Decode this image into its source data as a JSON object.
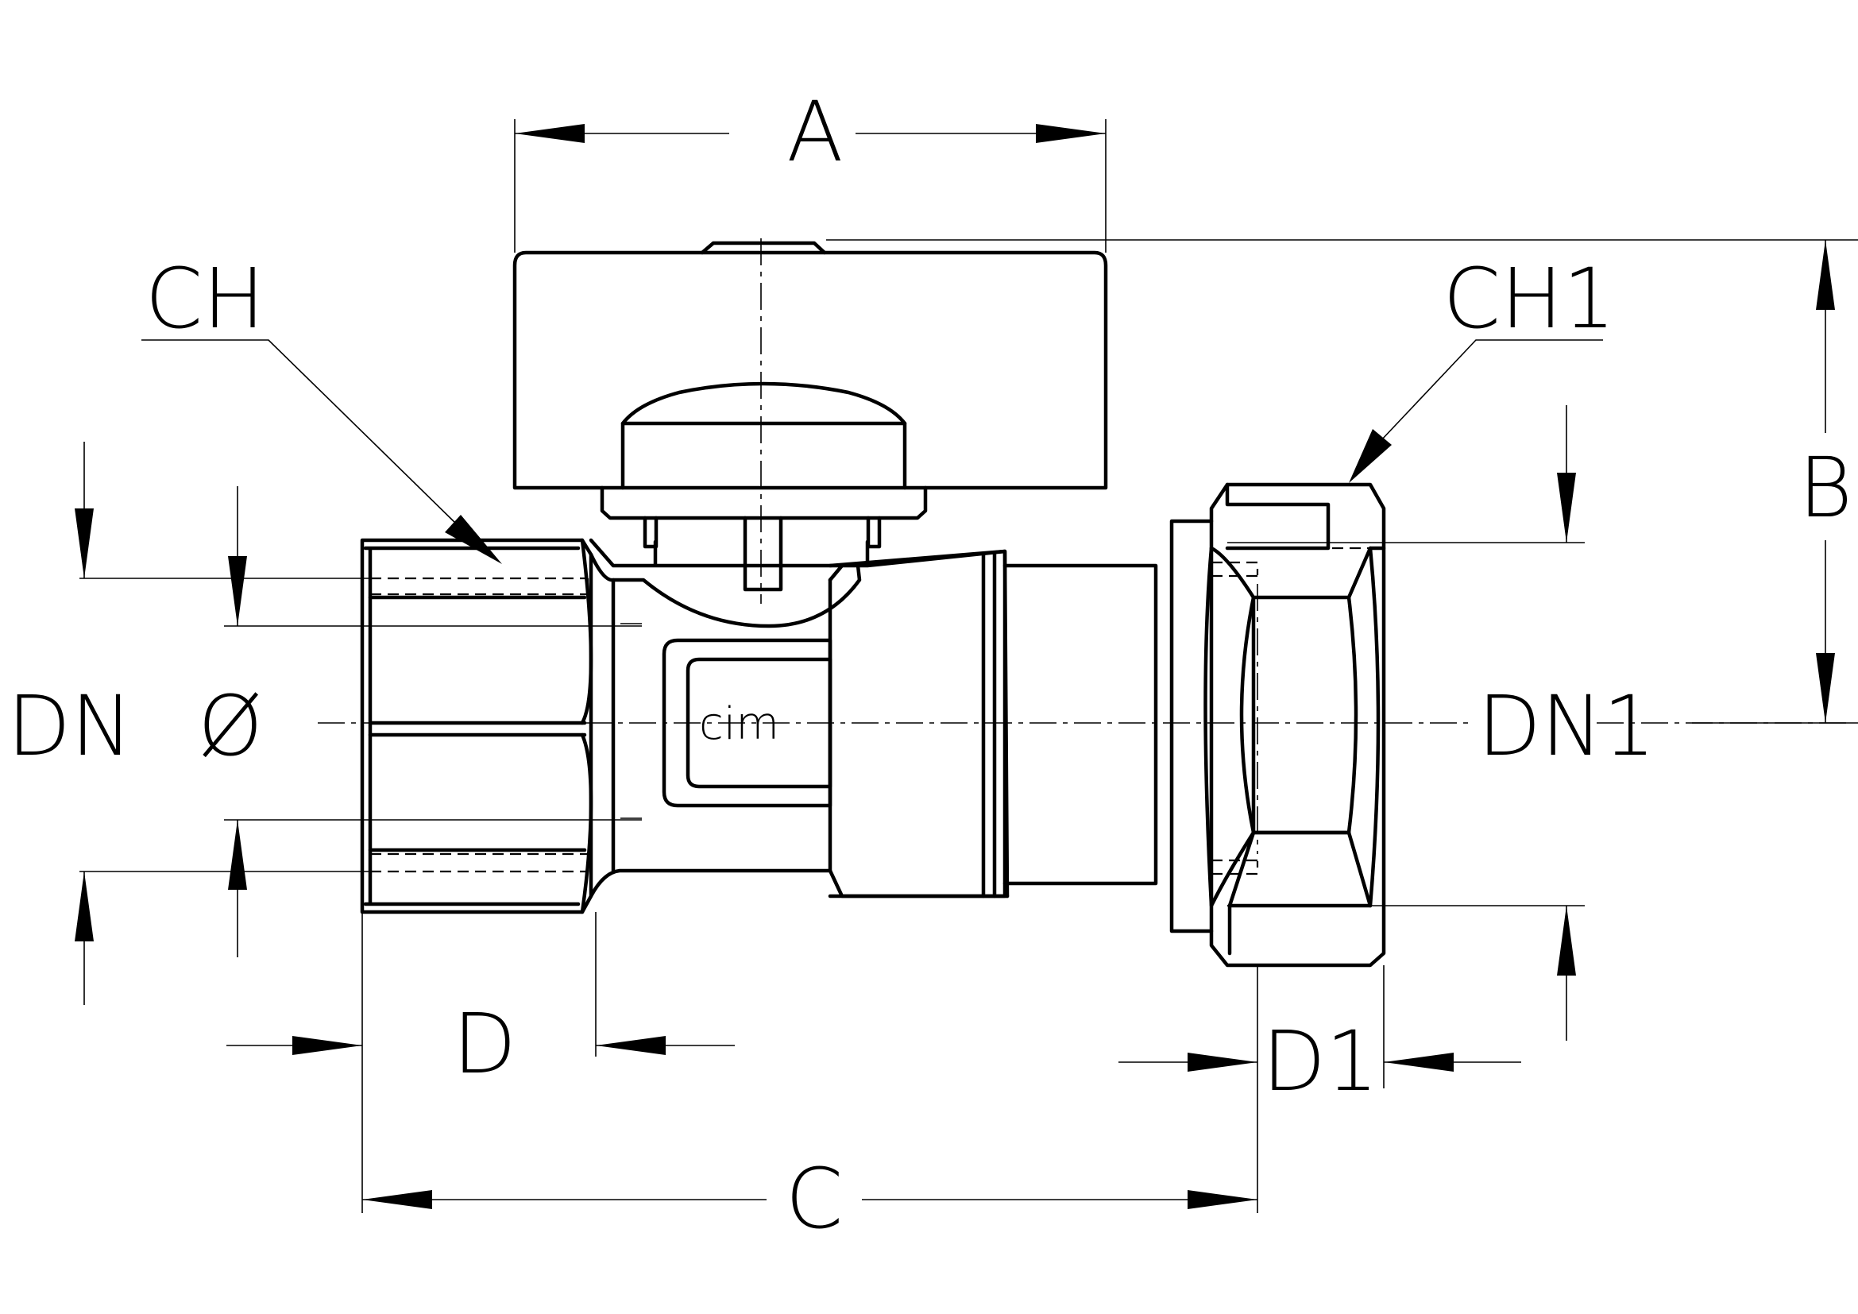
{
  "drawing": {
    "logo_text": "cim",
    "labels": {
      "A": "A",
      "B": "B",
      "C": "C",
      "D": "D",
      "D1": "D1",
      "CH": "CH",
      "CH1": "CH1",
      "DN": "DN",
      "DIAMETER": "Ø",
      "DN1": "DN1"
    }
  }
}
